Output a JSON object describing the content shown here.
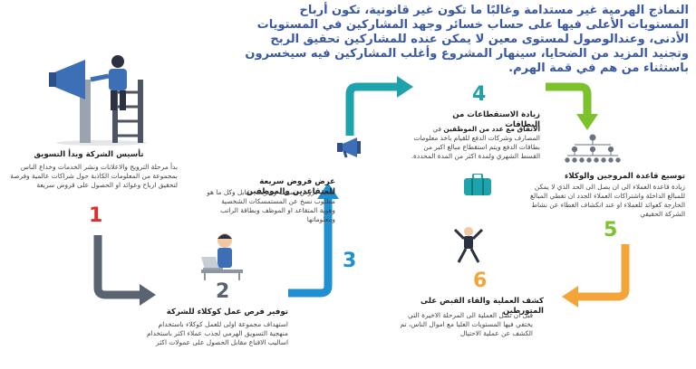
{
  "intro": "النماذج الهرمية غير مستدامة وغالبًا ما تكون غير قانونية، تكون أرباح المستويات الأعلى فيها على حساب خسائر وجهد المشاركين في المستويات الأدنى، وعندالوصول لمستوى معين لا يمكن عنده للمشاركين تحقيق الربح وتجنيد المزيد من الضحايا، سينهار المشروع وأغلب المشاركين فيه سيخسرون باستثناء من هم في قمة الهرم.",
  "colors": {
    "intro": "#3a58a8",
    "s1": "#d9322c",
    "s2": "#5a6470",
    "s3": "#1e8fd0",
    "s4": "#1ea3ad",
    "s5": "#7cc22c",
    "s6": "#f3a53a"
  },
  "steps": [
    {
      "number": "1",
      "title": "تأسيس الشركة وبدأ التسويق",
      "desc": "بدأ مرحلة الترويج والاعلانات ونشر الخدمات وخداع الناس بمجموعة من المعلومات الكاذبة حول شراكات عالمية وفرصة لتحقيق ارباح وعوائد او الحصول على قروض سريعة"
    },
    {
      "number": "2",
      "title": "توفير فرص عمل كوكلاء للشركة",
      "desc": "استهداف مجموعة اولى للعمل كوكلاء باستخدام منهجية التسويق الهرمي لجذب عملاء اكثر باستخدام اساليب الاقناع مقابل الحصول على عمولات اكثر"
    },
    {
      "number": "3",
      "title": "عرض قروض سريعة للمتقاعدين والموظفين",
      "desc": "تقديم قروض بسيطة وسريعة مقابل وكل ما هو مطلوب نسخ عن المستمسكات الشخصية وهوية المتقاعد او الموظف وبطاقة الراتب ومعلوماتها"
    },
    {
      "number": "4",
      "title": "زيادة الاستقطاعات من البطاقات",
      "lead": "الاتفاق مع عدد من الموظفين",
      "desc": "في المصارف وشركات الدفع للقيام باخذ معلومات بطاقات الدفع ويتم استقطاع مبالغ اكبر من القسط الشهري ولمدة اكثر من المدة المحددة."
    },
    {
      "number": "5",
      "title": "توسيع قاعدة المروجين والوكلاء",
      "desc": "زيادة قاعدة العملاء الى ان يصل الى الحد الذي لا يمكن للمبالغ الداخلة واشتراكات العملاء الجدد ان تغطي المبالغ الخارجة كعوائد للعملاء او عند انكشاف الغطاء عن نشاط الشركة الحقيقي"
    },
    {
      "number": "6",
      "title": "كشف العملية والقاء القبض على المتورطين",
      "desc": "قبل ان تصل العملية الى المرحلة الاخيرة التي يختفي فيها المستويات العليا مع اموال الناس، تم الكشف عن عملية الاحتيال"
    }
  ],
  "icons": [
    "megaphone-man-icon",
    "laptop-worker-icon",
    "megaphone-icon",
    "briefcase-icon",
    "hierarchy-icon",
    "jumping-man-icon"
  ]
}
